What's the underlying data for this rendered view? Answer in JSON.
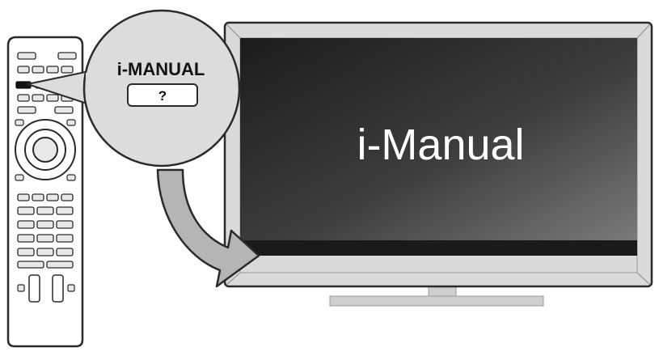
{
  "callout": {
    "label": "i-MANUAL",
    "button_symbol": "?"
  },
  "tv": {
    "screen_text": "i-Manual"
  },
  "colors": {
    "outline": "#2a2a2a",
    "remote_body": "#ffffff",
    "remote_button": "#e8e8e8",
    "highlighted_button": "#111111",
    "callout_fill": "#dcdcdc",
    "arrow_fill": "#b5b5b5",
    "tv_frame": "#dadada",
    "tv_screen_dark": "#1c1c1c",
    "tv_screen_light": "#7a7a7a",
    "tv_stand": "#cfcfcf",
    "screen_text": "#ffffff"
  },
  "icons": [
    "remote-control",
    "i-manual-button",
    "curved-arrow",
    "television"
  ]
}
